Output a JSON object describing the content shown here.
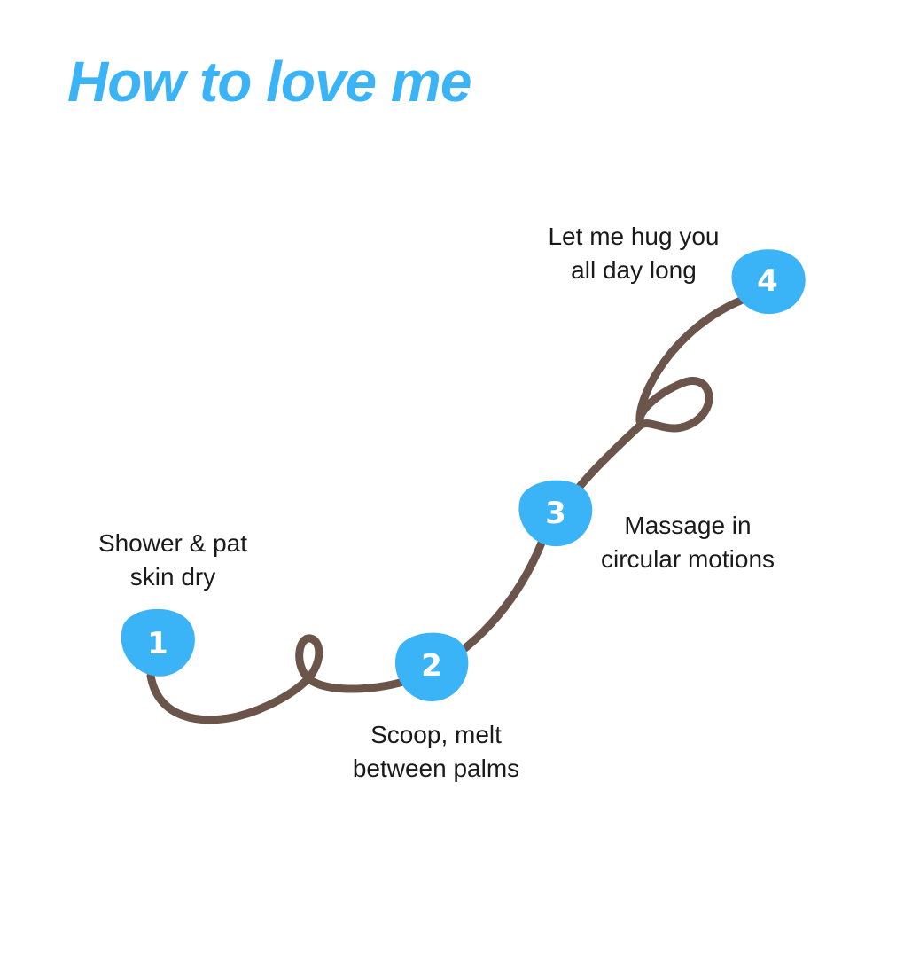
{
  "title": "How to love me",
  "colors": {
    "accent": "#3AB3F7",
    "path": "#6B5449",
    "text": "#1a1a1a"
  },
  "steps": [
    {
      "number": "1",
      "lines": [
        "Shower & pat",
        "skin dry"
      ]
    },
    {
      "number": "2",
      "lines": [
        "Scoop, melt",
        "between palms"
      ]
    },
    {
      "number": "3",
      "lines": [
        "Massage in",
        "circular motions"
      ]
    },
    {
      "number": "4",
      "lines": [
        "Let me hug you",
        "all day long"
      ]
    }
  ]
}
